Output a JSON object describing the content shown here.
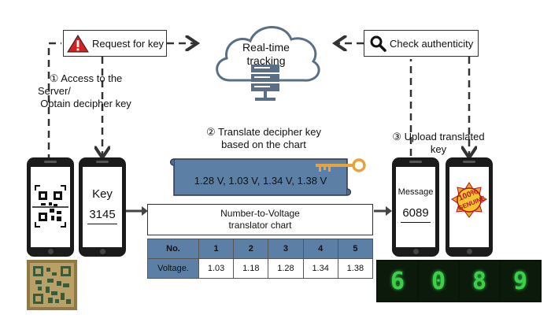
{
  "top": {
    "request_label": "Request for key",
    "cloud_label_line1": "Real-time",
    "cloud_label_line2": "tracking",
    "check_label": "Check authenticity"
  },
  "steps": {
    "step1_line1": "① Access to the",
    "step1_line2": "Server/",
    "step1_line3": "Obtain decipher key",
    "step2_line1": "② Translate decipher key",
    "step2_line2": "based on the chart",
    "step3_line1": "③ Upload translated",
    "step3_line2": "key"
  },
  "phones": {
    "key_title": "Key",
    "key_value": "3145",
    "message_title": "Message",
    "message_value": "6089",
    "genuine_stamp_line1": "100%",
    "genuine_stamp_line2": "GENUINE"
  },
  "scroll": {
    "text": "1.28 V, 1.03 V, 1.34 V, 1.38 V"
  },
  "chart": {
    "title_line1": "Number-to-Voltage",
    "title_line2": "translator chart",
    "header": [
      "No.",
      "1",
      "2",
      "3",
      "4",
      "5"
    ],
    "row": [
      "Voltage.",
      "1.03",
      "1.18",
      "1.28",
      "1.34",
      "1.38"
    ]
  },
  "digits": [
    "6",
    "0",
    "8",
    "9"
  ],
  "colors": {
    "scroll_fill": "#5b7fa5",
    "key_gold": "#e8a33a",
    "warning_red": "#d32020",
    "cloud_server": "#5a6f86",
    "digit_green": "#3ad04a"
  }
}
